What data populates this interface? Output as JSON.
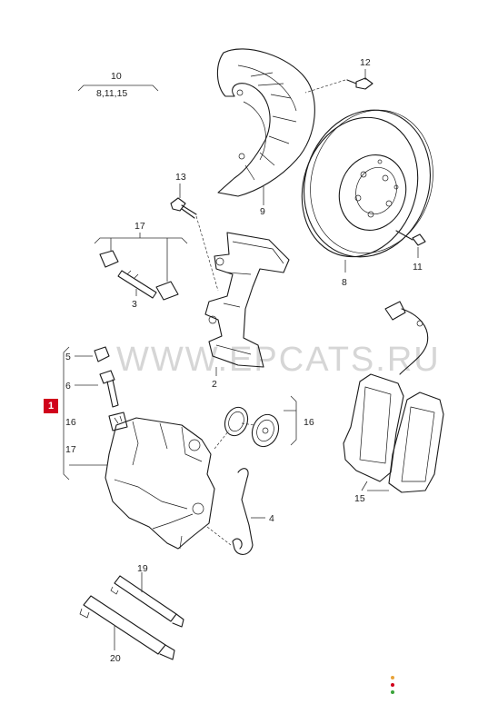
{
  "watermark": "WWW.EPCATS.RU",
  "badge": "1",
  "labels": {
    "p10": "10",
    "p10_sub": "8,11,15",
    "p12": "12",
    "p9": "9",
    "p13": "13",
    "p17a": "17",
    "p3": "3",
    "p8": "8",
    "p11": "11",
    "p2": "2",
    "p5": "5",
    "p6": "6",
    "p16a": "16",
    "p17b": "17",
    "p16b": "16",
    "p4": "4",
    "p15": "15",
    "p19": "19",
    "p20": "20"
  },
  "colors": {
    "badge": "#d0021b",
    "dot1": "#e8a33a",
    "dot2": "#d0021b",
    "dot3": "#3aa43a"
  }
}
